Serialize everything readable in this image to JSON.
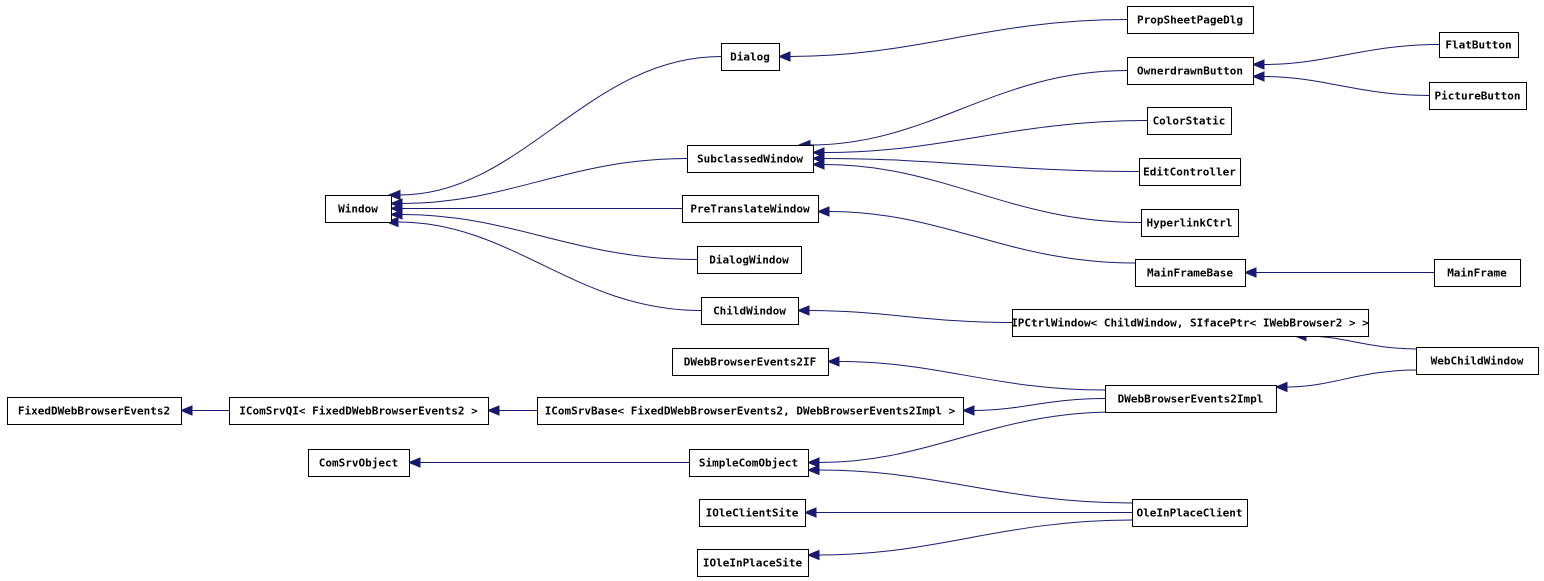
{
  "diagram": {
    "type": "class inheritance graph",
    "nodes": [
      {
        "id": "Window",
        "label": "Window"
      },
      {
        "id": "Dialog",
        "label": "Dialog"
      },
      {
        "id": "PropSheetPageDlg",
        "label": "PropSheetPageDlg"
      },
      {
        "id": "SubclassedWindow",
        "label": "SubclassedWindow"
      },
      {
        "id": "OwnerdrawnButton",
        "label": "OwnerdrawnButton"
      },
      {
        "id": "FlatButton",
        "label": "FlatButton"
      },
      {
        "id": "PictureButton",
        "label": "PictureButton"
      },
      {
        "id": "ColorStatic",
        "label": "ColorStatic"
      },
      {
        "id": "EditController",
        "label": "EditController"
      },
      {
        "id": "HyperlinkCtrl",
        "label": "HyperlinkCtrl"
      },
      {
        "id": "PreTranslateWindow",
        "label": "PreTranslateWindow"
      },
      {
        "id": "MainFrameBase",
        "label": "MainFrameBase"
      },
      {
        "id": "MainFrame",
        "label": "MainFrame"
      },
      {
        "id": "DialogWindow",
        "label": "DialogWindow"
      },
      {
        "id": "ChildWindow",
        "label": "ChildWindow"
      },
      {
        "id": "IPCtrlWindow",
        "label": "IPCtrlWindow< ChildWindow, SIfacePtr< IWebBrowser2 > >"
      },
      {
        "id": "WebChildWindow",
        "label": "WebChildWindow"
      },
      {
        "id": "DWebBrowserEvents2IF",
        "label": "DWebBrowserEvents2IF"
      },
      {
        "id": "DWebBrowserEvents2Impl",
        "label": "DWebBrowserEvents2Impl"
      },
      {
        "id": "FixedDWebBrowserEvents2",
        "label": "FixedDWebBrowserEvents2"
      },
      {
        "id": "IComSrvQI",
        "label": "IComSrvQI< FixedDWebBrowserEvents2 >"
      },
      {
        "id": "IComSrvBase",
        "label": "IComSrvBase< FixedDWebBrowserEvents2, DWebBrowserEvents2Impl >"
      },
      {
        "id": "ComSrvObject",
        "label": "ComSrvObject"
      },
      {
        "id": "SimpleComObject",
        "label": "SimpleComObject"
      },
      {
        "id": "IOleClientSite",
        "label": "IOleClientSite"
      },
      {
        "id": "OleInPlaceClient",
        "label": "OleInPlaceClient"
      },
      {
        "id": "IOleInPlaceSite",
        "label": "IOleInPlaceSite"
      }
    ],
    "edges": [
      {
        "from": "Dialog",
        "to": "Window"
      },
      {
        "from": "SubclassedWindow",
        "to": "Window"
      },
      {
        "from": "PreTranslateWindow",
        "to": "Window"
      },
      {
        "from": "DialogWindow",
        "to": "Window"
      },
      {
        "from": "ChildWindow",
        "to": "Window"
      },
      {
        "from": "PropSheetPageDlg",
        "to": "Dialog"
      },
      {
        "from": "OwnerdrawnButton",
        "to": "SubclassedWindow"
      },
      {
        "from": "ColorStatic",
        "to": "SubclassedWindow"
      },
      {
        "from": "EditController",
        "to": "SubclassedWindow"
      },
      {
        "from": "HyperlinkCtrl",
        "to": "SubclassedWindow"
      },
      {
        "from": "FlatButton",
        "to": "OwnerdrawnButton"
      },
      {
        "from": "PictureButton",
        "to": "OwnerdrawnButton"
      },
      {
        "from": "MainFrameBase",
        "to": "PreTranslateWindow"
      },
      {
        "from": "MainFrame",
        "to": "MainFrameBase"
      },
      {
        "from": "IPCtrlWindow",
        "to": "ChildWindow"
      },
      {
        "from": "WebChildWindow",
        "to": "IPCtrlWindow"
      },
      {
        "from": "WebChildWindow",
        "to": "DWebBrowserEvents2Impl"
      },
      {
        "from": "DWebBrowserEvents2Impl",
        "to": "DWebBrowserEvents2IF"
      },
      {
        "from": "DWebBrowserEvents2Impl",
        "to": "IComSrvBase"
      },
      {
        "from": "DWebBrowserEvents2Impl",
        "to": "SimpleComObject"
      },
      {
        "from": "IComSrvBase",
        "to": "IComSrvQI"
      },
      {
        "from": "IComSrvQI",
        "to": "FixedDWebBrowserEvents2"
      },
      {
        "from": "SimpleComObject",
        "to": "ComSrvObject"
      },
      {
        "from": "OleInPlaceClient",
        "to": "SimpleComObject"
      },
      {
        "from": "OleInPlaceClient",
        "to": "IOleClientSite"
      },
      {
        "from": "OleInPlaceClient",
        "to": "IOleInPlaceSite"
      }
    ]
  },
  "colors": {
    "edge": "#191970",
    "node_border": "#000000",
    "node_fill": "#ffffff",
    "text": "#000000",
    "background": "#ffffff"
  }
}
